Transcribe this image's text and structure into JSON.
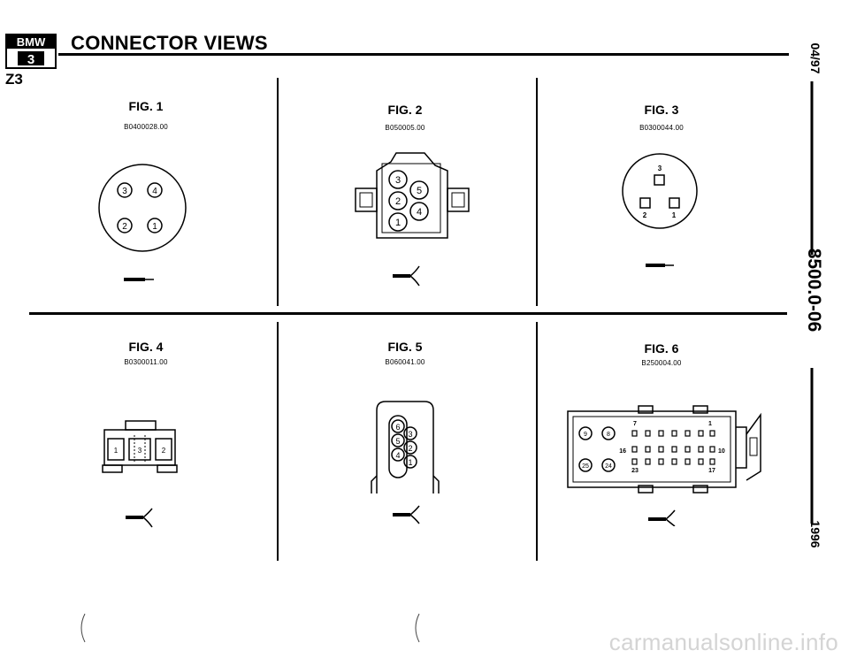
{
  "header": {
    "title": "CONNECTOR VIEWS",
    "model": "Z3",
    "logo_text": "BMW",
    "logo_series": "3"
  },
  "side": {
    "date": "04/97",
    "doc_code": "8500.0-06",
    "year": "1996"
  },
  "figures": [
    {
      "title": "FIG. 1",
      "code": "B0400028.00",
      "pins": [
        "3",
        "4",
        "2",
        "1"
      ]
    },
    {
      "title": "FIG. 2",
      "code": "B050005.00",
      "pins": [
        "3",
        "5",
        "2",
        "4",
        "1"
      ]
    },
    {
      "title": "FIG. 3",
      "code": "B0300044.00",
      "pins": [
        "3",
        "2",
        "1"
      ]
    },
    {
      "title": "FIG. 4",
      "code": "B0300011.00",
      "pins": [
        "1",
        "3",
        "2"
      ]
    },
    {
      "title": "FIG. 5",
      "code": "B060041.00",
      "pins": [
        "6",
        "3",
        "5",
        "2",
        "4",
        "1"
      ]
    },
    {
      "title": "FIG. 6",
      "code": "B250004.00",
      "pins": [
        "9",
        "8",
        "25",
        "24",
        "7",
        "1",
        "16",
        "10",
        "23",
        "17"
      ]
    }
  ],
  "watermark": "carmanualsonline.info",
  "colors": {
    "ink": "#000000",
    "watermark": "#d4d4d4"
  }
}
